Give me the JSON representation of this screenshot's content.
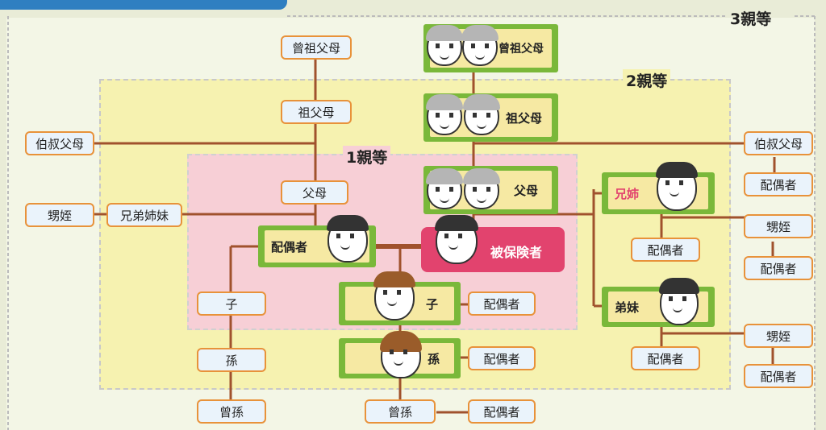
{
  "degrees": {
    "d3": "3親等",
    "d2": "2親等",
    "d1": "1親等"
  },
  "left_branch": {
    "great_grandparents": "曾祖父母",
    "grandparents": "祖父母",
    "uncle_aunt": "伯叔父母",
    "parents": "父母",
    "siblings": "兄弟姉妹",
    "nephew_niece": "甥姪",
    "child": "子",
    "grandchild": "孫",
    "great_grandchild": "曾孫"
  },
  "center_branch": {
    "great_grandparents": "曾祖父母",
    "grandparents": "祖父母",
    "parents": "父母",
    "spouse": "配偶者",
    "insured": "被保険者",
    "child": "子",
    "child_spouse": "配偶者",
    "grandchild": "孫",
    "grandchild_spouse": "配偶者",
    "great_grandchild": "曾孫",
    "great_grandchild_spouse": "配偶者"
  },
  "right_branch": {
    "uncle_aunt": "伯叔父母",
    "uncle_aunt_spouse": "配偶者",
    "elder_sibling": "兄姉",
    "elder_sibling_spouse": "配偶者",
    "nephew_niece_1": "甥姪",
    "nephew_niece_1_spouse": "配偶者",
    "younger_sibling": "弟妹",
    "younger_sibling_spouse": "配偶者",
    "nephew_niece_2": "甥姪",
    "nephew_niece_2_spouse": "配偶者"
  },
  "colors": {
    "line": "#a0522d",
    "box_border": "#e8923a",
    "green": "#7ab83a",
    "insured": "#e2436e"
  }
}
